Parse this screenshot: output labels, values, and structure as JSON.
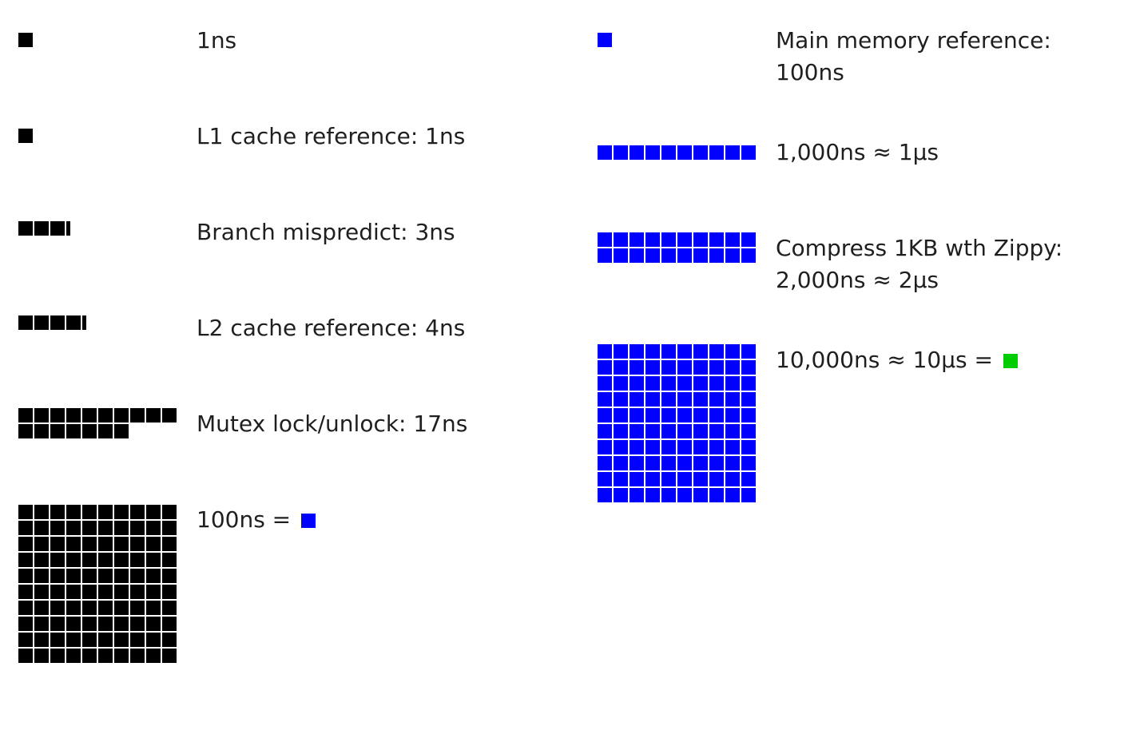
{
  "colors": {
    "ns_unit": "#000000",
    "hundred_ns_unit": "#0000ff",
    "ten_us_unit": "#00cc00"
  },
  "left": [
    {
      "id": "one-ns",
      "label": "1ns",
      "count": 1
    },
    {
      "id": "l1-cache",
      "label": "L1 cache reference: 1ns",
      "count": 1
    },
    {
      "id": "branch-mispredict",
      "label": "Branch mispredict: 3ns",
      "count": 3.3
    },
    {
      "id": "l2-cache",
      "label": "L2 cache reference: 4ns",
      "count": 4.3
    },
    {
      "id": "mutex",
      "label": "Mutex lock/unlock: 17ns",
      "count": 17
    },
    {
      "id": "hundred-ns",
      "label": "100ns = ",
      "count": 100,
      "suffix_unit": "hundred_ns_unit"
    }
  ],
  "right": [
    {
      "id": "main-memory",
      "label_lines": [
        "Main memory reference:",
        "100ns"
      ],
      "count": 1
    },
    {
      "id": "one-us",
      "label_lines": [
        "1,000ns ≈ 1μs"
      ],
      "count": 10
    },
    {
      "id": "zippy",
      "label_lines": [
        "Compress 1KB wth Zippy:",
        "2,000ns ≈ 2μs"
      ],
      "count": 20
    },
    {
      "id": "ten-us",
      "label_lines": [
        "10,000ns ≈ 10μs = "
      ],
      "count": 100,
      "suffix_unit": "ten_us_unit"
    }
  ]
}
